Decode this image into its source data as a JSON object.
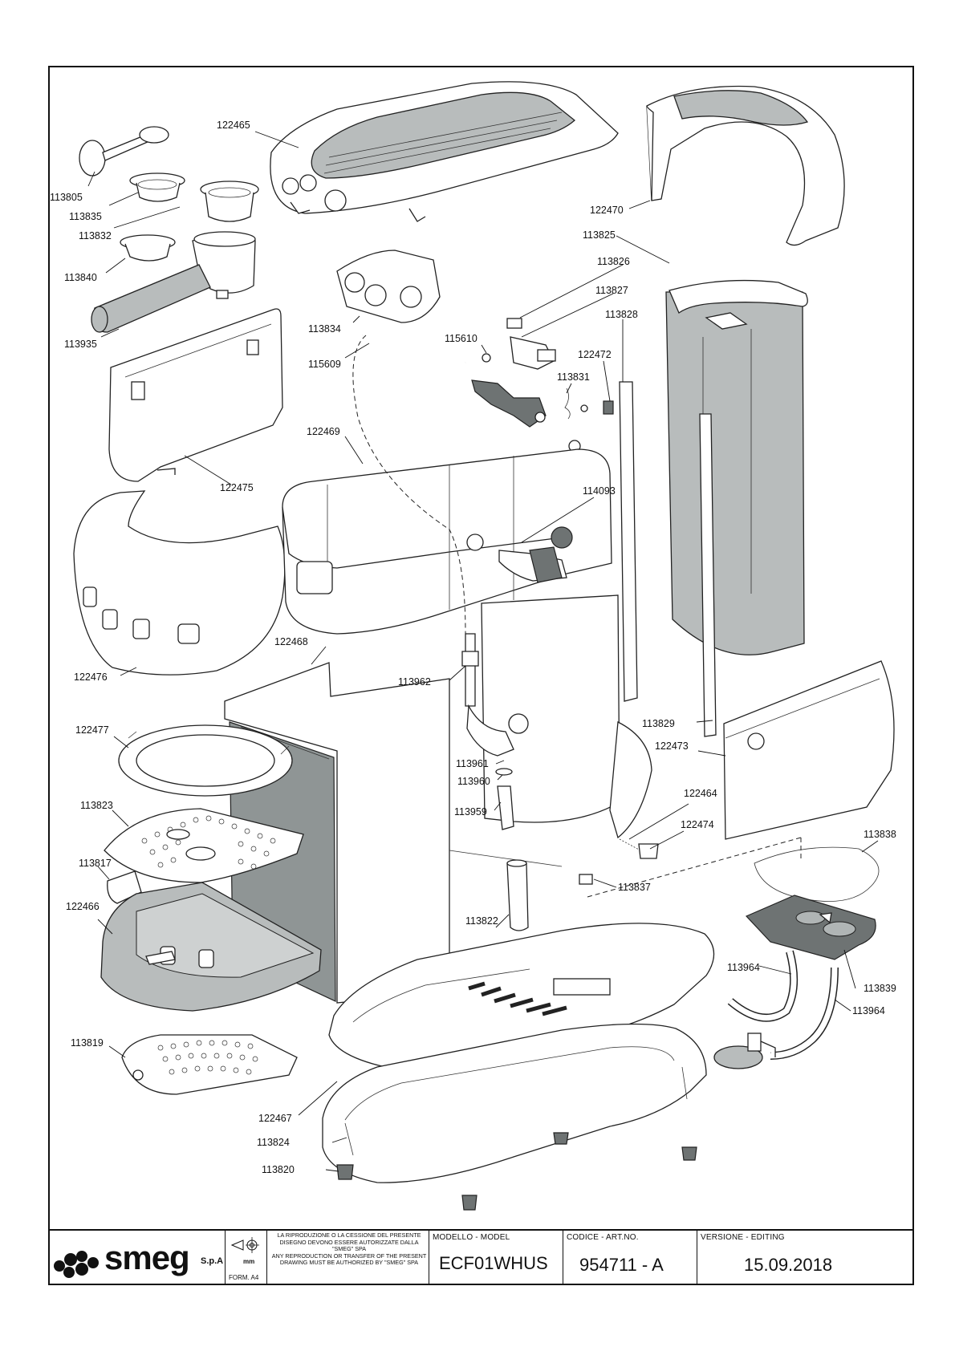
{
  "parts": {
    "p113805": "113805",
    "p113835": "113835",
    "p113832": "113832",
    "p113840": "113840",
    "p113935": "113935",
    "p122465": "122465",
    "p122470": "122470",
    "p113825": "113825",
    "p113826": "113826",
    "p113827": "113827",
    "p113828": "113828",
    "p113834": "113834",
    "p115610": "115610",
    "p115609": "115609",
    "p122472": "122472",
    "p113831": "113831",
    "p122469": "122469",
    "p122475": "122475",
    "p114093": "114093",
    "p122476": "122476",
    "p122468": "122468",
    "p113962": "113962",
    "p122477": "122477",
    "p113829": "113829",
    "p122473": "122473",
    "p113961": "113961",
    "p113960": "113960",
    "p113823": "113823",
    "p113959": "113959",
    "p122464": "122464",
    "p122474": "122474",
    "p113838": "113838",
    "p113817": "113817",
    "p113837": "113837",
    "p122466": "122466",
    "p113822": "113822",
    "p113964a": "113964",
    "p113839": "113839",
    "p113964b": "113964",
    "p113819": "113819",
    "p122467": "122467",
    "p113824": "113824",
    "p113820": "113820"
  },
  "title_block": {
    "brand": "smeg",
    "brand_suffix": "S.p.A",
    "unit": "mm",
    "form": "FORM. A4",
    "legal_it": "LA RIPRODUZIONE O LA CESSIONE DEL PRESENTE DISEGNO DEVONO ESSERE AUTORIZZATE DALLA \"SMEG\" SPA",
    "legal_en": "ANY REPRODUCTION OR TRANSFER OF THE PRESENT DRAWING MUST BE AUTHORIZED BY \"SMEG\" SPA",
    "model_label": "MODELLO - MODEL",
    "model": "ECF01WHUS",
    "code_label": "CODICE - ART.NO.",
    "code": "954711 - A",
    "version_label": "VERSIONE - EDITING",
    "version": "15.09.2018"
  }
}
